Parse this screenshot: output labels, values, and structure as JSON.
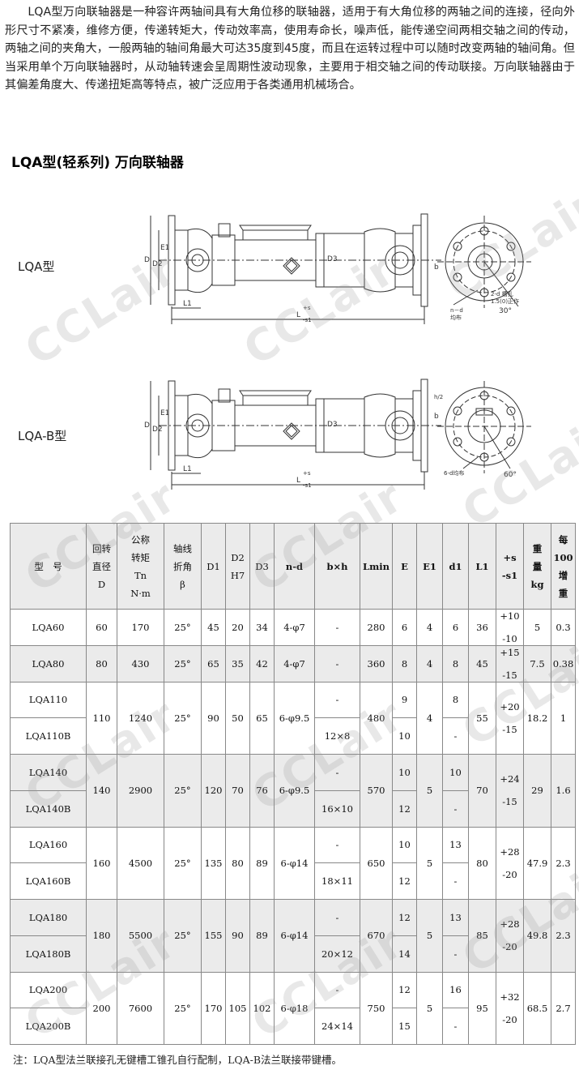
{
  "intro": "LQA型万向联轴器是一种容许两轴间具有大角位移的联轴器，适用于有大角位移的两轴之间的连接，径向外形尺寸不紧凑，维修方便，传递转矩大，传动效率高，使用寿命长，噪声低，能传递空间两相交轴之间的传动，两轴之间的夹角大，一般两轴的轴间角最大可达35度到45度，而且在运转过程中可以随时改变两轴的轴间角。但当采用单个万向联轴器时，从动轴转速会呈周期性波动现象，主要用于相交轴之间的传动联接。万向联轴器由于其偏差角度大、传递扭矩高等特点，被广泛应用于各类通用机械场合。",
  "section_title": "LQA型(轻系列) 万向联轴器",
  "watermark": "CCLair",
  "diagram1": {
    "label": "LQA型",
    "dims": {
      "D": "D",
      "D2": "D2",
      "E1": "E1",
      "D3": "D3",
      "L1": "L1",
      "L": "L",
      "tol_plus": "+s",
      "tol_minus": "-s1",
      "b": "b",
      "E": "E",
      "angle": "30°",
      "n_d": "n－d",
      "holes": "均布",
      "notch": "2-d 槽孔",
      "notch2": "1.5(0)正作"
    }
  },
  "diagram2": {
    "label": "LQA-B型",
    "dims": {
      "D": "D",
      "D2": "D2",
      "E1": "E1",
      "D3": "D3",
      "L1": "L1",
      "L": "L",
      "tol_plus": "+s",
      "tol_minus": "-s1",
      "h2": "h/2",
      "b": "b",
      "angle": "60°",
      "holes": "6-d均布"
    }
  },
  "table": {
    "headers": [
      {
        "lines": [
          "型　号"
        ]
      },
      {
        "lines": [
          "回转",
          "直径",
          "D"
        ]
      },
      {
        "lines": [
          "公称",
          "转矩",
          "Tn",
          "N·m"
        ]
      },
      {
        "lines": [
          "轴线",
          "折角",
          "β"
        ]
      },
      {
        "lines": [
          "D1"
        ]
      },
      {
        "lines": [
          "D2",
          "H7"
        ]
      },
      {
        "lines": [
          "D3"
        ]
      },
      {
        "lines": [
          "n-d"
        ]
      },
      {
        "lines": [
          "b×h"
        ]
      },
      {
        "lines": [
          "Lmin"
        ]
      },
      {
        "lines": [
          "E"
        ]
      },
      {
        "lines": [
          "E1"
        ]
      },
      {
        "lines": [
          "d1"
        ]
      },
      {
        "lines": [
          "L1"
        ]
      },
      {
        "lines": [
          "+s",
          "-s1"
        ]
      },
      {
        "lines": [
          "重",
          "量",
          "kg"
        ]
      },
      {
        "lines": [
          "每",
          "100",
          "增",
          "重"
        ]
      }
    ],
    "single_rows": [
      {
        "model": "LQA60",
        "D": "60",
        "Tn": "170",
        "beta": "25°",
        "D1": "45",
        "D2": "20",
        "D3": "34",
        "nd": "4-φ7",
        "bh": "-",
        "Lmin": "280",
        "E": "6",
        "E1": "4",
        "d1": "6",
        "L1": "36",
        "s": [
          "+10",
          "-10"
        ],
        "kg": "5",
        "add": "0.3"
      },
      {
        "model": "LQA80",
        "D": "80",
        "Tn": "430",
        "beta": "25°",
        "D1": "65",
        "D2": "35",
        "D3": "42",
        "nd": "4-φ7",
        "bh": "-",
        "Lmin": "360",
        "E": "8",
        "E1": "4",
        "d1": "8",
        "L1": "45",
        "s": [
          "+15",
          "-15"
        ],
        "kg": "7.5",
        "add": "0.38"
      }
    ],
    "pair_rows": [
      {
        "models": [
          "LQA110",
          "LQA110B"
        ],
        "D": "110",
        "Tn": "1240",
        "beta": "25°",
        "D1": "90",
        "D2": "50",
        "D3": "65",
        "nd": "6-φ9.5",
        "bh": [
          "-",
          "12×8"
        ],
        "Lmin": "480",
        "E": [
          "9",
          "10"
        ],
        "E1": "4",
        "d1": [
          "8",
          "-"
        ],
        "L1": "55",
        "s": [
          "+20",
          "-15"
        ],
        "kg": "18.2",
        "add": "1"
      },
      {
        "models": [
          "LQA140",
          "LQA140B"
        ],
        "D": "140",
        "Tn": "2900",
        "beta": "25°",
        "D1": "120",
        "D2": "70",
        "D3": "76",
        "nd": "6-φ9.5",
        "bh": [
          "-",
          "16×10"
        ],
        "Lmin": "570",
        "E": [
          "10",
          "12"
        ],
        "E1": "5",
        "d1": [
          "10",
          "-"
        ],
        "L1": "70",
        "s": [
          "+24",
          "-15"
        ],
        "kg": "29",
        "add": "1.6"
      },
      {
        "models": [
          "LQA160",
          "LQA160B"
        ],
        "D": "160",
        "Tn": "4500",
        "beta": "25°",
        "D1": "135",
        "D2": "80",
        "D3": "89",
        "nd": "6-φ14",
        "bh": [
          "-",
          "18×11"
        ],
        "Lmin": "650",
        "E": [
          "10",
          "12"
        ],
        "E1": "5",
        "d1": [
          "13",
          "-"
        ],
        "L1": "80",
        "s": [
          "+28",
          "-20"
        ],
        "kg": "47.9",
        "add": "2.3"
      },
      {
        "models": [
          "LQA180",
          "LQA180B"
        ],
        "D": "180",
        "Tn": "5500",
        "beta": "25°",
        "D1": "155",
        "D2": "90",
        "D3": "89",
        "nd": "6-φ14",
        "bh": [
          "-",
          "20×12"
        ],
        "Lmin": "670",
        "E": [
          "12",
          "14"
        ],
        "E1": "5",
        "d1": [
          "13",
          "-"
        ],
        "L1": "85",
        "s": [
          "+28",
          "-20"
        ],
        "kg": "49.8",
        "add": "2.3"
      },
      {
        "models": [
          "LQA200",
          "LQA200B"
        ],
        "D": "200",
        "Tn": "7600",
        "beta": "25°",
        "D1": "170",
        "D2": "105",
        "D3": "102",
        "nd": "6-φ18",
        "bh": [
          "-",
          "24×14"
        ],
        "Lmin": "750",
        "E": [
          "12",
          "15"
        ],
        "E1": "5",
        "d1": [
          "16",
          "-"
        ],
        "L1": "95",
        "s": [
          "+32",
          "-20"
        ],
        "kg": "68.5",
        "add": "2.7"
      }
    ]
  },
  "note": "注：LQA型法兰联接孔无键槽工锥孔自行配制，LQA-B法兰联接带键槽。",
  "colors": {
    "row_shade": "#ebebeb",
    "line": "#888888",
    "drawing": "#333333"
  }
}
